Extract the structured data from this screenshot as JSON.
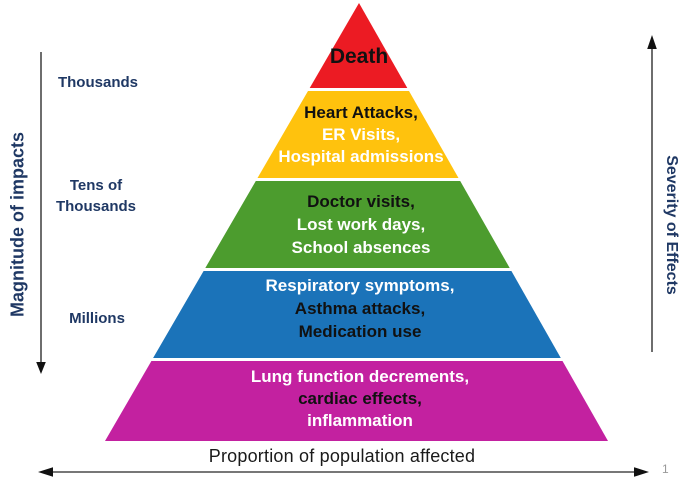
{
  "left_axis": {
    "label": "Magnitude of impacts",
    "ticks": [
      {
        "label": "Thousands"
      },
      {
        "label": "Tens of\nThousands"
      },
      {
        "label": "Millions"
      }
    ]
  },
  "right_axis": {
    "label": "Severity of Effects"
  },
  "bottom_axis": {
    "label": "Proportion of population affected"
  },
  "page_number": "1",
  "colors": {
    "red": "#ec1b23",
    "yellow": "#ffc20d",
    "green": "#4c9c2e",
    "blue": "#1b73b9",
    "magenta": "#c321a0",
    "navy_text": "#1f3864",
    "arrow": "#4a4a4a"
  },
  "pyramid": {
    "levels": [
      {
        "name": "death",
        "color": "#ec1b23",
        "lines": [
          {
            "text": "Death",
            "color": "#111111"
          }
        ]
      },
      {
        "name": "hospital",
        "color": "#ffc20d",
        "lines": [
          {
            "text": "Heart Attacks,",
            "color": "#111111"
          },
          {
            "text": "ER Visits,",
            "color": "#ffffff"
          },
          {
            "text": "Hospital admissions",
            "color": "#ffffff"
          }
        ]
      },
      {
        "name": "doctor",
        "color": "#4c9c2e",
        "lines": [
          {
            "text": "Doctor visits,",
            "color": "#111111"
          },
          {
            "text": "Lost work days,",
            "color": "#ffffff"
          },
          {
            "text": "School absences",
            "color": "#ffffff"
          }
        ]
      },
      {
        "name": "symptoms",
        "color": "#1b73b9",
        "lines": [
          {
            "text": "Respiratory symptoms,",
            "color": "#ffffff"
          },
          {
            "text": "Asthma attacks,",
            "color": "#111111"
          },
          {
            "text": "Medication use",
            "color": "#111111"
          }
        ]
      },
      {
        "name": "subclinical",
        "color": "#c321a0",
        "lines": [
          {
            "text": "Lung function decrements,",
            "color": "#ffffff"
          },
          {
            "text": "cardiac effects,",
            "color": "#111111"
          },
          {
            "text": "inflammation",
            "color": "#ffffff"
          }
        ]
      }
    ]
  }
}
